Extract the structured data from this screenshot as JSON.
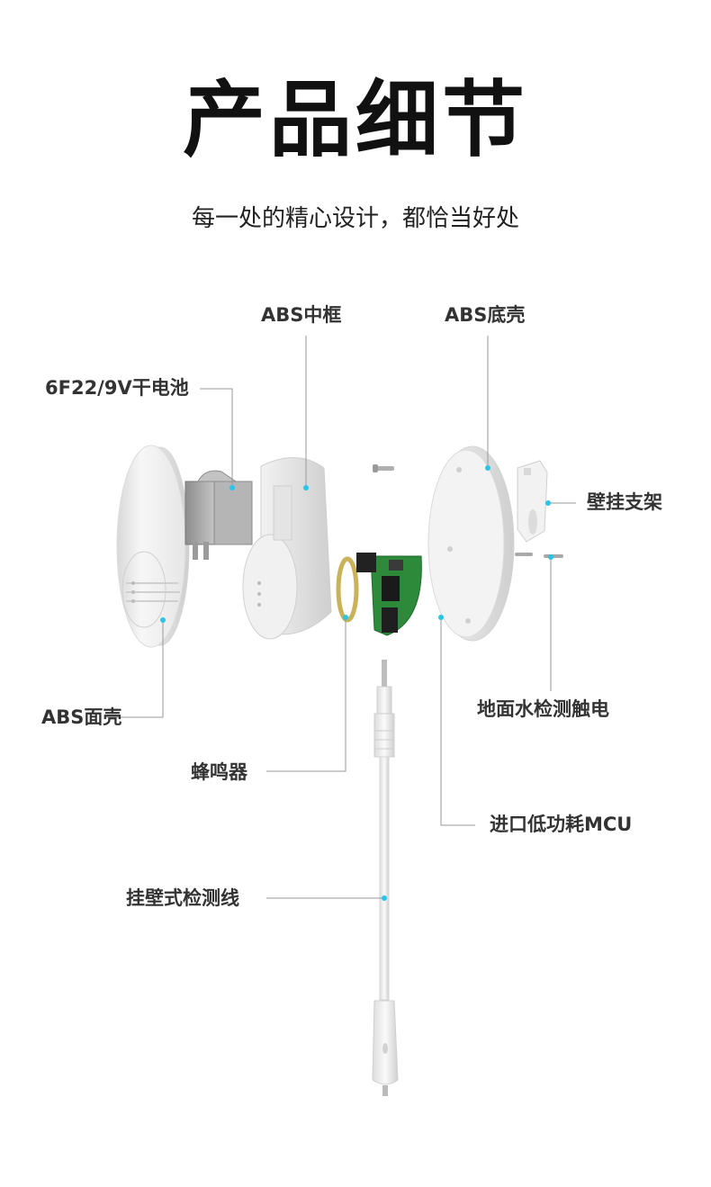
{
  "header": {
    "title": "产品细节",
    "subtitle": "每一处的精心设计，都恰当好处"
  },
  "labels": {
    "mid_frame": "ABS中框",
    "bottom_shell": "ABS底壳",
    "battery": "6F22/9V干电池",
    "bracket": "壁挂支架",
    "face_shell": "ABS面壳",
    "ground_sensor": "地面水检测触电",
    "buzzer": "蜂鸣器",
    "mcu": "进口低功耗MCU",
    "wire": "挂壁式检测线"
  },
  "colors": {
    "leader_line": "#9a9a9a",
    "callout_dot": "#29c4e6",
    "pcb": "#2c8a3a",
    "buzzer_ring": "#c9b25a"
  }
}
